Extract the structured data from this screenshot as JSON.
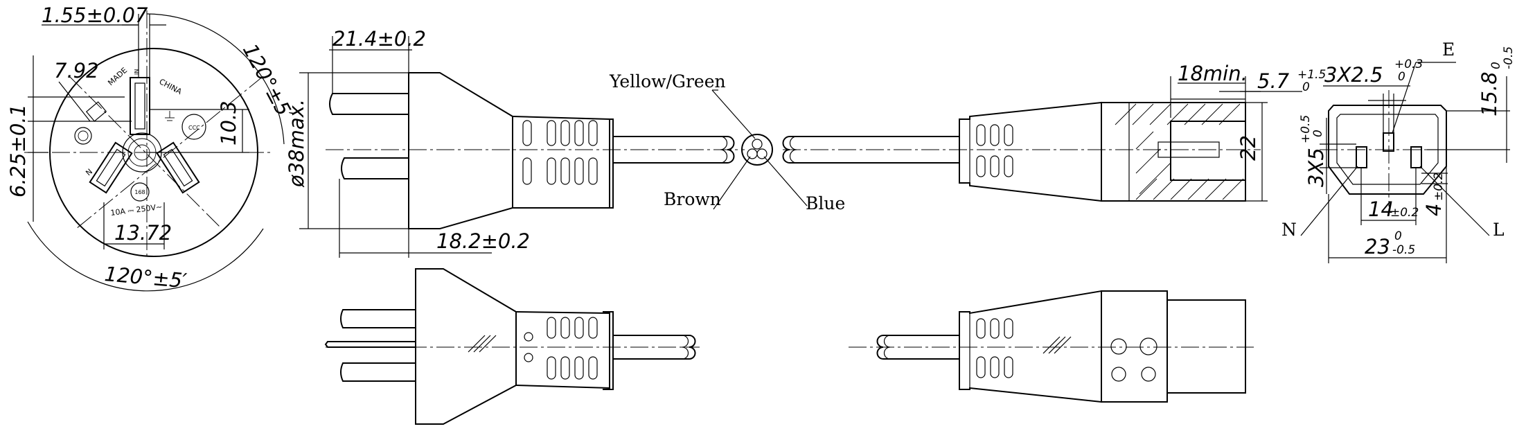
{
  "face_view": {
    "dim_pin_thickness": "1.55±0.07",
    "dim_angle_top": "120°±5′",
    "dim_angle_bottom": "120°±5′",
    "dim_pin_spacing": "13.72",
    "dim_height": "10.3",
    "dim_offset": "6.25±0.1",
    "dim_pin_width": "7.92",
    "marking_made": "MADE",
    "marking_in": "IN",
    "marking_china": "CHINA",
    "marking_rating": "10A ⎓ 250V~",
    "marking_cert_number": "168",
    "pin_label_n": "N"
  },
  "plug_side_view": {
    "dim_pin_length": "21.4±0.2",
    "dim_body_diameter": "ø38max.",
    "dim_pin_protrusion": "18.2±0.2"
  },
  "cable_section": {
    "label_yellow_green": "Yellow/Green",
    "label_brown": "Brown",
    "label_blue": "Blue"
  },
  "connector_side_view": {
    "dim_min_length": "18min.",
    "dim_depth_value": "5.7",
    "dim_depth_tol_plus": "+1.5",
    "dim_depth_tol_minus": "0",
    "dim_height": "22"
  },
  "connector_face_view": {
    "label_e": "E",
    "label_n": "N",
    "label_l": "L",
    "dim_hole_top": "3X2.5",
    "dim_hole_top_tol_plus": "+0.3",
    "dim_hole_top_tol_minus": "0",
    "dim_height": "15.8",
    "dim_height_tol_plus": "0",
    "dim_height_tol_minus": "-0.5",
    "dim_hole_side": "3X5",
    "dim_hole_side_tol_plus": "+0.5",
    "dim_hole_side_tol_minus": "0",
    "dim_spacing": "14",
    "dim_spacing_tol": "±0.2",
    "dim_offset": "4",
    "dim_offset_tol": "±0.2",
    "dim_width": "23",
    "dim_width_tol_plus": "0",
    "dim_width_tol_minus": "-0.5"
  },
  "colors": {
    "ink": "#000000",
    "paper": "#ffffff"
  }
}
